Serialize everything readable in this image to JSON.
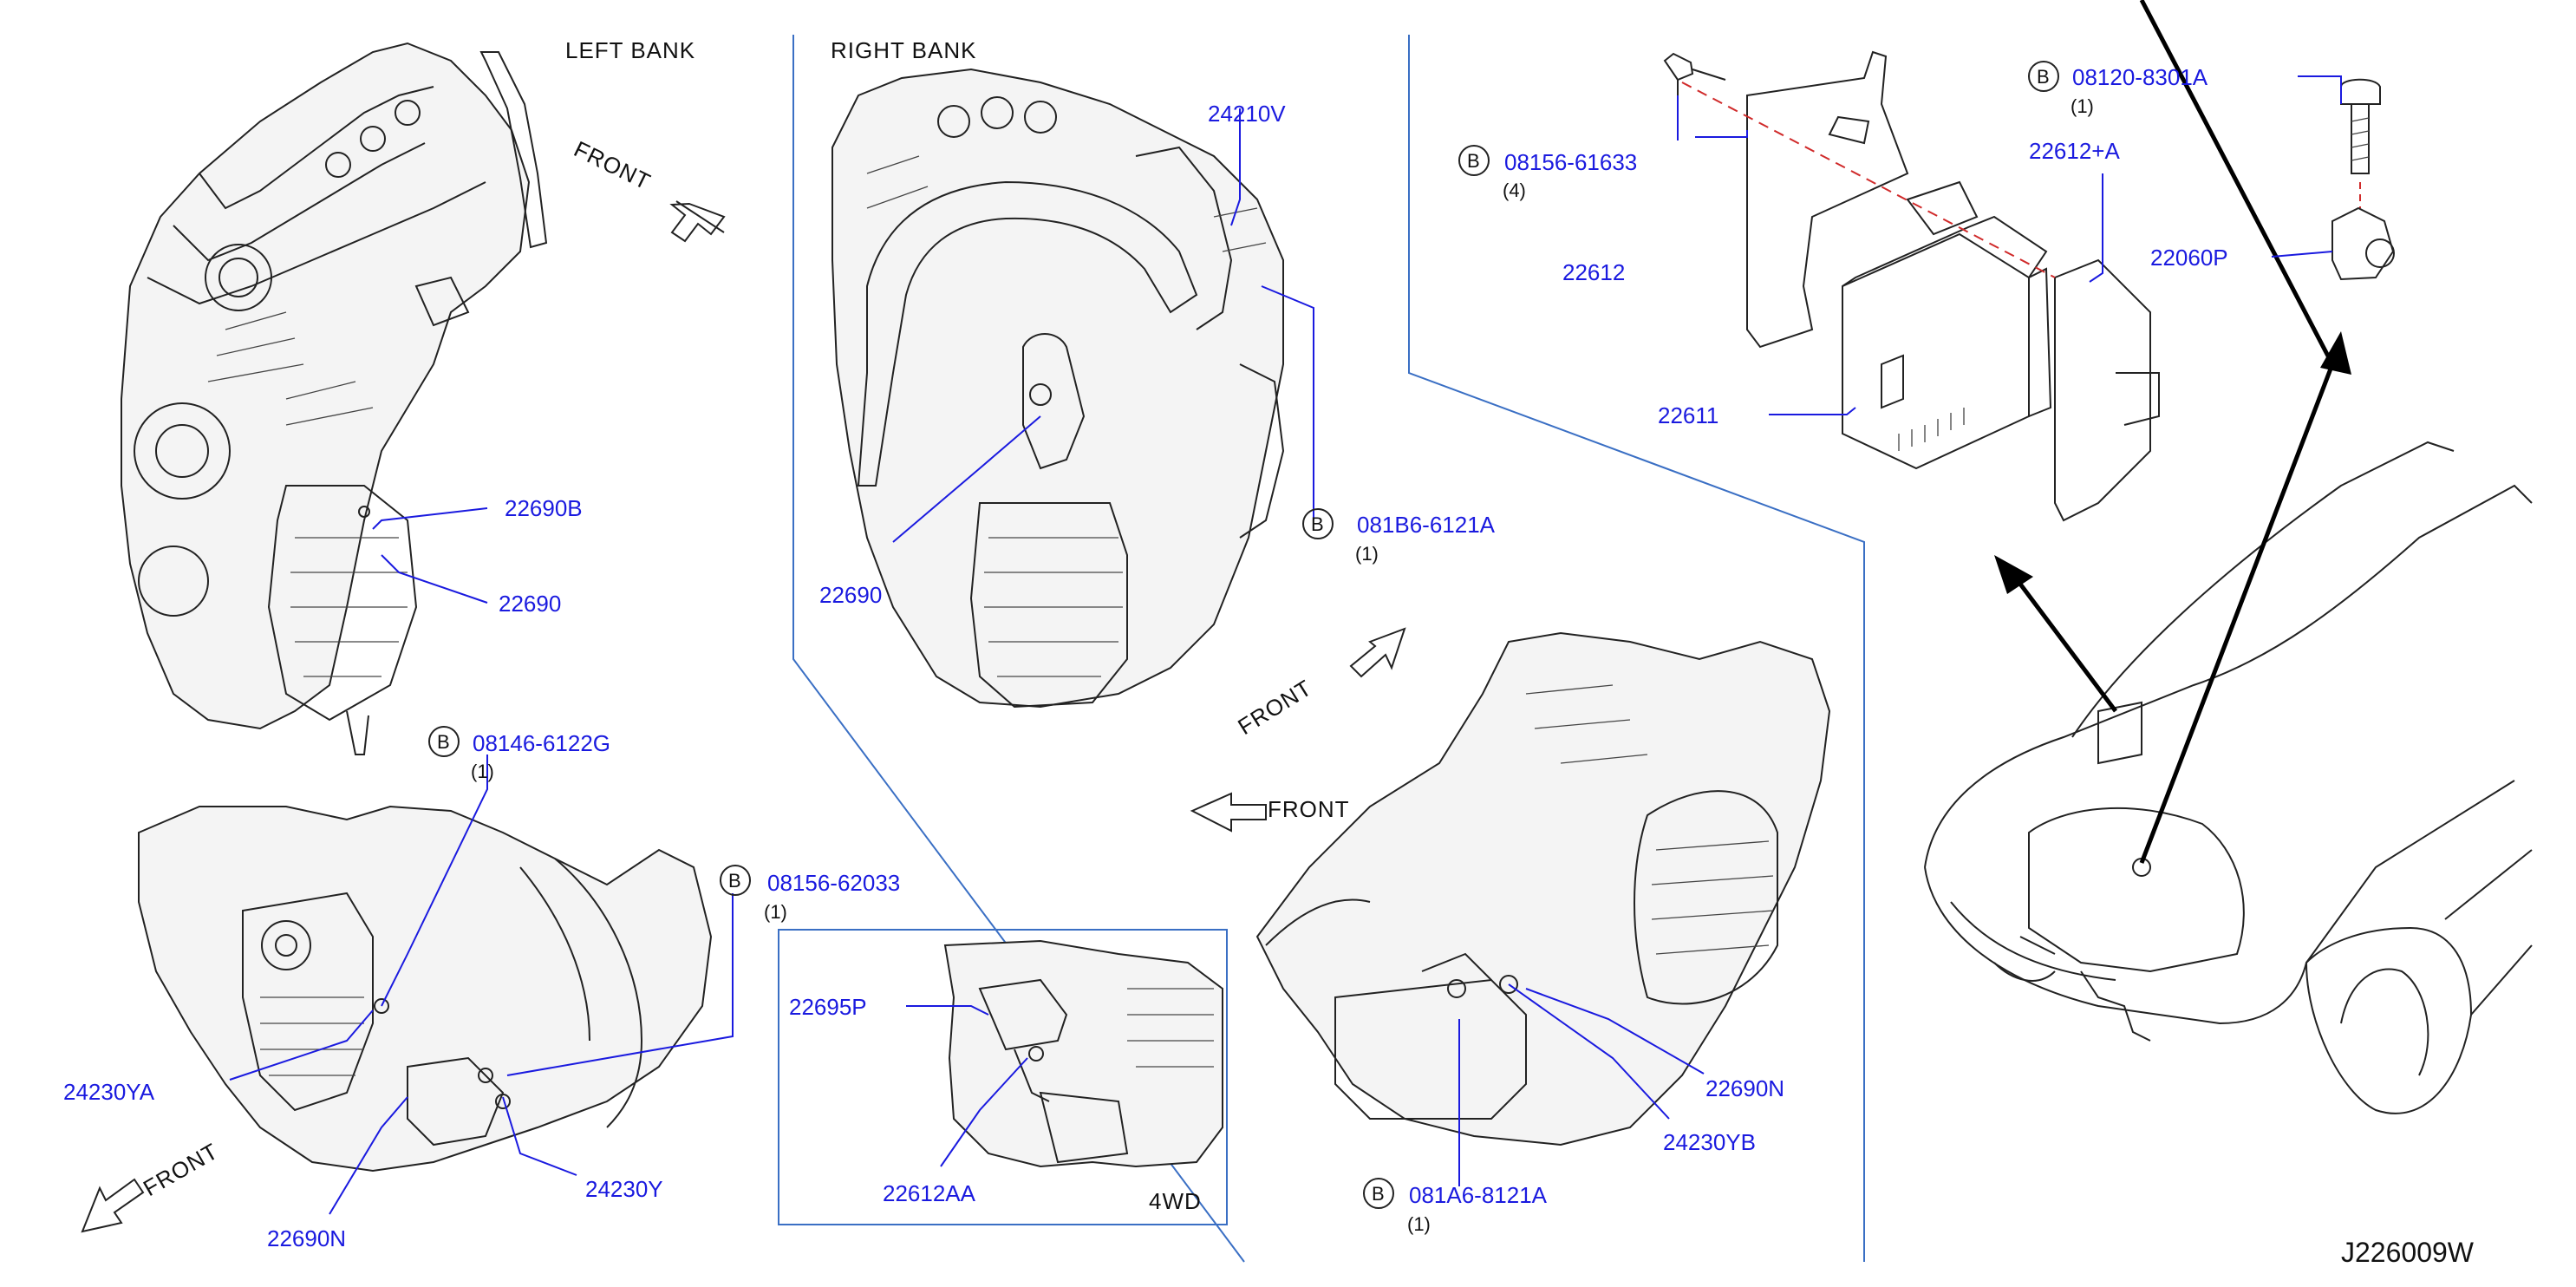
{
  "headings": {
    "left_bank": "LEFT   BANK",
    "right_bank": "RIGHT   BANK",
    "front": "FRONT",
    "inset": "4WD"
  },
  "bolt_symbol": "B",
  "parts": {
    "p22690B": "22690B",
    "p22690_left": "22690",
    "p22690_right": "22690",
    "p24210V": "24210V",
    "p081B6": "081B6-6121A",
    "q081B6": "(1)",
    "p08146": "08146-6122G",
    "q08146": "(1)",
    "p08156_62033": "08156-62033",
    "q08156_62033": "(1)",
    "p24230YA": "24230YA",
    "p24230Y": "24230Y",
    "p22690N_left": "22690N",
    "p22695P": "22695P",
    "p22612AA": "22612AA",
    "p22690N_right": "22690N",
    "p24230YB": "24230YB",
    "p081A6": "081A6-8121A",
    "q081A6": "(1)",
    "p08156_61633": "08156-61633",
    "q08156_61633": "(4)",
    "p22612": "22612",
    "p22611": "22611",
    "p22612A": "22612+A",
    "p08120": "08120-8301A",
    "q08120": "(1)",
    "p22060P": "22060P"
  },
  "diagram_code": "J226009W",
  "colors": {
    "part_number": "#1a1adf",
    "separator": "#3a6fc4",
    "ink": "#222222"
  }
}
